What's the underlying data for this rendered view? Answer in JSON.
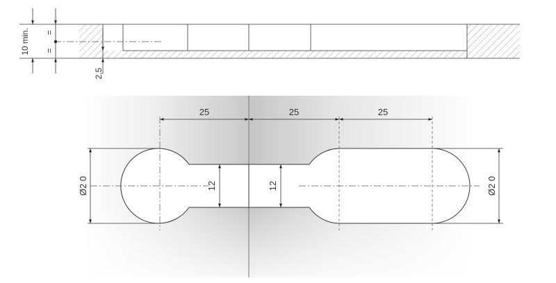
{
  "section_view": {
    "min_depth_label": "10 min.",
    "equal_mark_top": "=",
    "equal_mark_bottom": "=",
    "rebate_depth_label": "2,5"
  },
  "plan_view": {
    "spacing_left": "25",
    "spacing_middle": "25",
    "spacing_right": "25",
    "diameter_left": "Ø2 0",
    "diameter_right": "Ø2 0",
    "slot_width_left": "12",
    "slot_width_right": "12"
  }
}
